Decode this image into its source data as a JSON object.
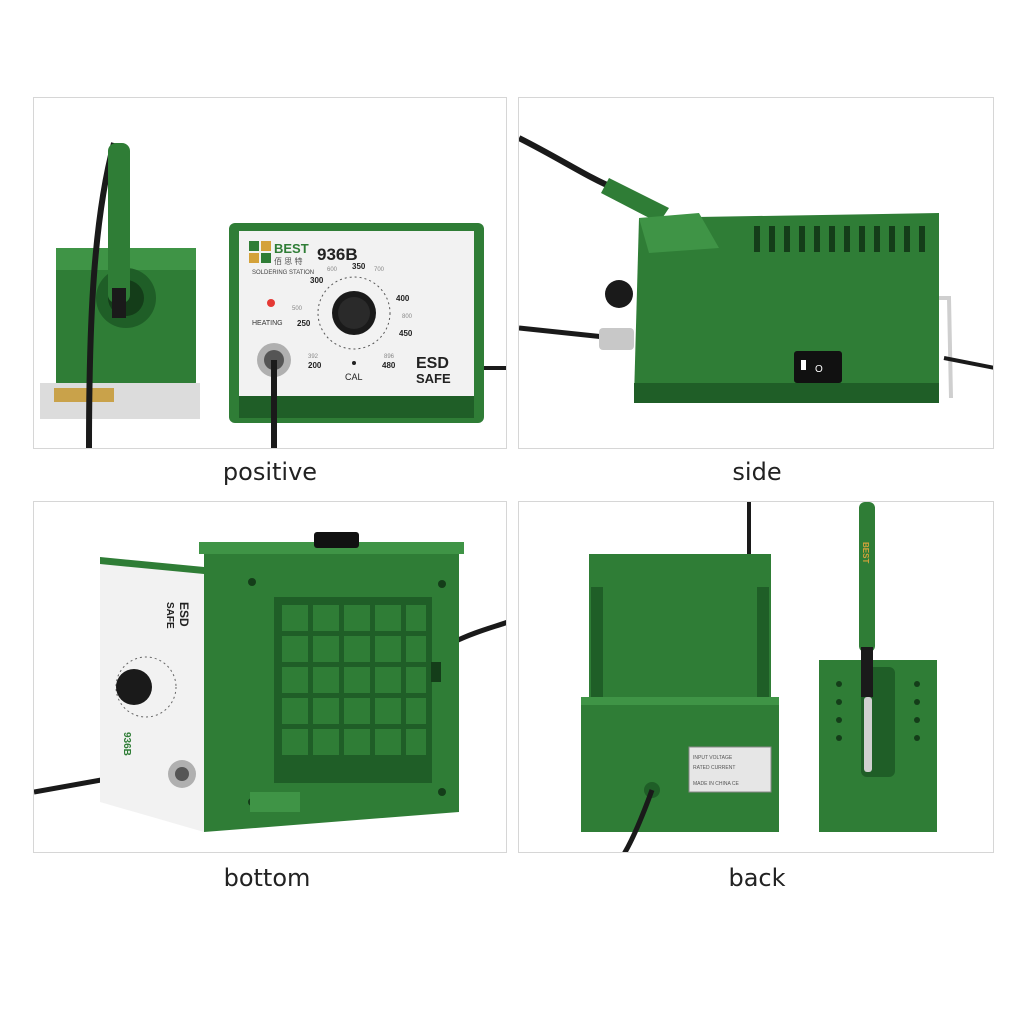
{
  "panels": [
    {
      "caption": "positive"
    },
    {
      "caption": "side"
    },
    {
      "caption": "bottom"
    },
    {
      "caption": "back"
    }
  ],
  "product": {
    "brand": "BEST",
    "brand_cn": "佰 思 特",
    "model": "936B",
    "subtitle": "SOLDERING STATION",
    "heating_label": "HEATING",
    "cal_label": "CAL",
    "esd_top": "ESD",
    "esd_bottom": "SAFE",
    "dial_primary": [
      "200",
      "250",
      "300",
      "350",
      "400",
      "450",
      "480"
    ],
    "dial_secondary": [
      "392",
      "500",
      "600",
      "700",
      "800",
      "896"
    ],
    "switch_label": "O",
    "label_lines": [
      "INPUT VOLTAGE",
      "RATED CURRENT",
      "MADE IN CHINA  CE"
    ]
  },
  "colors": {
    "body_green": "#2f7d36",
    "dark_green": "#1f5e27",
    "light_green": "#3f9446",
    "faceplate": "#f2f2f2",
    "cable": "#1a1a1a",
    "heating_led": "#e53935"
  },
  "icons": [
    "power-switch-icon",
    "brand-logo-icon"
  ]
}
